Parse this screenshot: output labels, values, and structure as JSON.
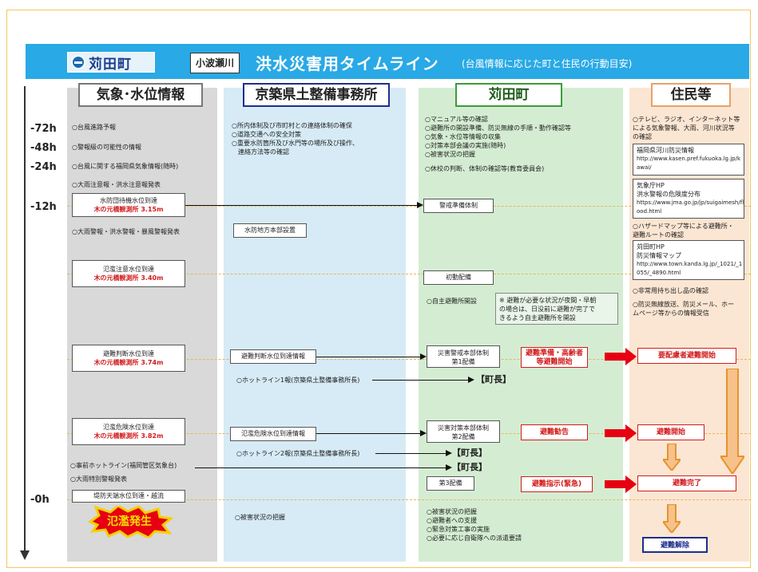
{
  "header": {
    "logo_text": "苅田町",
    "tag": "小波瀬川",
    "title": "洪水災害用タイムライン",
    "subtitle": "(台風情報に応じた町と住民の行動目安)"
  },
  "columns": {
    "c1": "気象･水位情報",
    "c2": "京築県土整備事務所",
    "c3": "苅田町",
    "c4": "住民等"
  },
  "timeline": {
    "t72": "-72h",
    "t48": "-48h",
    "t24": "-24h",
    "t12": "-12h",
    "t0": "-0h"
  },
  "col1": {
    "i1": "○台風進路予報",
    "i2": "○警報級の可能性の情報",
    "i3": "○台風に関する福岡県気象情報(随時)",
    "i4": "○大雨注意報・洪水注意報発表",
    "b1_l1": "水防団待機水位到達",
    "b1_l2": "木の元橋観測所 3.15m",
    "i5": "○大雨警報・洪水警報・暴風警報発表",
    "b2_l1": "氾濫注意水位到達",
    "b2_l2": "木の元橋観測所 3.40m",
    "b3_l1": "避難判断水位到達",
    "b3_l2": "木の元橋観測所 3.74m",
    "b4_l1": "氾濫危険水位到達",
    "b4_l2": "木の元橋観測所 3.82m",
    "i6": "○事前ホットライン(福岡管区気象台)",
    "i7": "○大雨特別警報発表",
    "b5": "堤防天端水位到達・越流",
    "burst": "氾濫発生"
  },
  "col2": {
    "i1": "○所内体制及び市町村との連絡体制の確保",
    "i2": "○道路交通への安全対策",
    "i3": "○重要水防箇所及び水門等の場所及び操作、",
    "i3b": "　連絡方法等の確認",
    "b1": "水防地方本部設置",
    "b2": "避難判断水位到達情報",
    "i4": "○ホットライン1報(京築県土整備事務所長)",
    "b3": "氾濫危険水位到達情報",
    "i5": "○ホットライン2報(京築県土整備事務所長)",
    "i6": "○被害状況の把握"
  },
  "col3": {
    "i1": "○マニュアル等の確認",
    "i2": "○避難所の開設準備、防災無線の手順・動作確認等",
    "i3": "○気象・水位等情報の収集",
    "i4": "○対策本部会議の実施(随時)",
    "i5": "○被害状況の把握",
    "i6": "○休校の判断、体制の確認等(教育委員会)",
    "b1": "警戒準備体制",
    "b2": "初動配備",
    "i7": "○自主避難所開設",
    "note1": "※ 避難が必要な状況が夜間・早朝",
    "note2": "の場合は、日没前に避難が完了で",
    "note3": "きるよう自主避難所を開設",
    "b3_l1": "災害警戒本部体制",
    "b3_l2": "第1配備",
    "r1_l1": "避難準備・高齢者",
    "r1_l2": "等避難開始",
    "m1": "【町長】",
    "b4_l1": "災害対策本部体制",
    "b4_l2": "第2配備",
    "r2": "避難勧告",
    "m2": "【町長】",
    "m3": "【町長】",
    "b5": "第3配備",
    "r3": "避難指示(緊急)",
    "i8": "○被害状況の把握",
    "i9": "○避難者への支援",
    "i10": "○緊急対策工事の実施",
    "i11": "○必要に応じ自衛隊への派遣要請"
  },
  "col4": {
    "i1": "○テレビ、ラジオ、インターネット等",
    "i1b": "による気象警報、大雨、河川状況等",
    "i1c": "の確認",
    "p1_title": "福岡県河川防災情報",
    "p1_url1": "http://www.kasen.pref.fukuoka.lg.jp/k",
    "p1_url2": "awai/",
    "p2_title": "気象庁HP",
    "p2_l2": "洪水警報の危険度分布",
    "p2_url1": "https://www.jma.go.jp/jp/suigaimesh/fl",
    "p2_url2": "ood.html",
    "i2": "○ハザードマップ等による避難所・",
    "i2b": "避難ルートの確認",
    "p3_title": "苅田町HP",
    "p3_l2": "防災情報マップ",
    "p3_url1": "http://www.town.kanda.lg.jp/_1021/_1",
    "p3_url2": "055/_4890.html",
    "i3": "○非常用持ち出し品の確認",
    "i4": "○防災無線放送、防災メール、ホー",
    "i4b": "ムページ等からの情報受信",
    "r1": "要配慮者避難開始",
    "r2": "避難開始",
    "r3": "避難完了",
    "b1": "避難解除"
  }
}
